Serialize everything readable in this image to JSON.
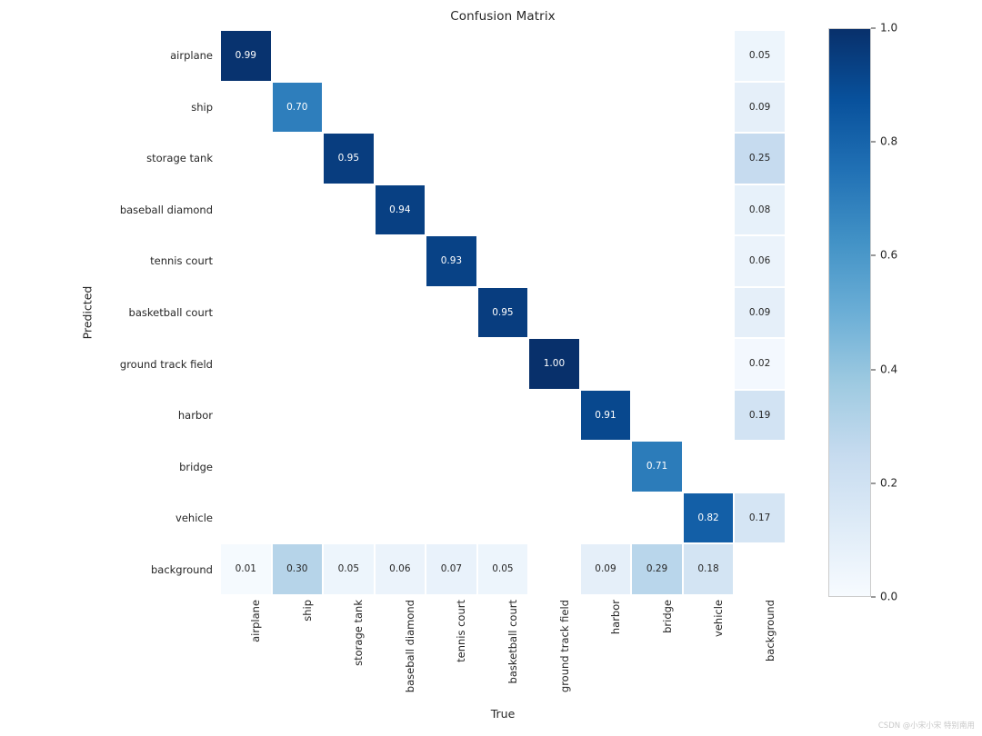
{
  "chart_data": {
    "type": "heatmap",
    "title": "Confusion Matrix",
    "xlabel": "True",
    "ylabel": "Predicted",
    "grid": false,
    "legend_position": "right",
    "colormap": "Blues",
    "vmin": 0.0,
    "vmax": 1.0,
    "categories_x": [
      "airplane",
      "ship",
      "storage tank",
      "baseball diamond",
      "tennis court",
      "basketball court",
      "ground track field",
      "harbor",
      "bridge",
      "vehicle",
      "background"
    ],
    "categories_y": [
      "airplane",
      "ship",
      "storage tank",
      "baseball diamond",
      "tennis court",
      "basketball court",
      "ground track field",
      "harbor",
      "bridge",
      "vehicle",
      "background"
    ],
    "rows": [
      {
        "label": "airplane",
        "cells": [
          {
            "v": 0.99,
            "t": "0.99"
          },
          {
            "v": null,
            "t": ""
          },
          {
            "v": null,
            "t": ""
          },
          {
            "v": null,
            "t": ""
          },
          {
            "v": null,
            "t": ""
          },
          {
            "v": null,
            "t": ""
          },
          {
            "v": null,
            "t": ""
          },
          {
            "v": null,
            "t": ""
          },
          {
            "v": null,
            "t": ""
          },
          {
            "v": null,
            "t": ""
          },
          {
            "v": 0.05,
            "t": "0.05"
          }
        ]
      },
      {
        "label": "ship",
        "cells": [
          {
            "v": null,
            "t": ""
          },
          {
            "v": 0.7,
            "t": "0.70"
          },
          {
            "v": null,
            "t": ""
          },
          {
            "v": null,
            "t": ""
          },
          {
            "v": null,
            "t": ""
          },
          {
            "v": null,
            "t": ""
          },
          {
            "v": null,
            "t": ""
          },
          {
            "v": null,
            "t": ""
          },
          {
            "v": null,
            "t": ""
          },
          {
            "v": null,
            "t": ""
          },
          {
            "v": 0.09,
            "t": "0.09"
          }
        ]
      },
      {
        "label": "storage tank",
        "cells": [
          {
            "v": null,
            "t": ""
          },
          {
            "v": null,
            "t": ""
          },
          {
            "v": 0.95,
            "t": "0.95"
          },
          {
            "v": null,
            "t": ""
          },
          {
            "v": null,
            "t": ""
          },
          {
            "v": null,
            "t": ""
          },
          {
            "v": null,
            "t": ""
          },
          {
            "v": null,
            "t": ""
          },
          {
            "v": null,
            "t": ""
          },
          {
            "v": null,
            "t": ""
          },
          {
            "v": 0.25,
            "t": "0.25"
          }
        ]
      },
      {
        "label": "baseball diamond",
        "cells": [
          {
            "v": null,
            "t": ""
          },
          {
            "v": null,
            "t": ""
          },
          {
            "v": null,
            "t": ""
          },
          {
            "v": 0.94,
            "t": "0.94"
          },
          {
            "v": null,
            "t": ""
          },
          {
            "v": null,
            "t": ""
          },
          {
            "v": null,
            "t": ""
          },
          {
            "v": null,
            "t": ""
          },
          {
            "v": null,
            "t": ""
          },
          {
            "v": null,
            "t": ""
          },
          {
            "v": 0.08,
            "t": "0.08"
          }
        ]
      },
      {
        "label": "tennis court",
        "cells": [
          {
            "v": null,
            "t": ""
          },
          {
            "v": null,
            "t": ""
          },
          {
            "v": null,
            "t": ""
          },
          {
            "v": null,
            "t": ""
          },
          {
            "v": 0.93,
            "t": "0.93"
          },
          {
            "v": null,
            "t": ""
          },
          {
            "v": null,
            "t": ""
          },
          {
            "v": null,
            "t": ""
          },
          {
            "v": null,
            "t": ""
          },
          {
            "v": null,
            "t": ""
          },
          {
            "v": 0.06,
            "t": "0.06"
          }
        ]
      },
      {
        "label": "basketball court",
        "cells": [
          {
            "v": null,
            "t": ""
          },
          {
            "v": null,
            "t": ""
          },
          {
            "v": null,
            "t": ""
          },
          {
            "v": null,
            "t": ""
          },
          {
            "v": null,
            "t": ""
          },
          {
            "v": 0.95,
            "t": "0.95"
          },
          {
            "v": null,
            "t": ""
          },
          {
            "v": null,
            "t": ""
          },
          {
            "v": null,
            "t": ""
          },
          {
            "v": null,
            "t": ""
          },
          {
            "v": 0.09,
            "t": "0.09"
          }
        ]
      },
      {
        "label": "ground track field",
        "cells": [
          {
            "v": null,
            "t": ""
          },
          {
            "v": null,
            "t": ""
          },
          {
            "v": null,
            "t": ""
          },
          {
            "v": null,
            "t": ""
          },
          {
            "v": null,
            "t": ""
          },
          {
            "v": null,
            "t": ""
          },
          {
            "v": 1.0,
            "t": "1.00"
          },
          {
            "v": null,
            "t": ""
          },
          {
            "v": null,
            "t": ""
          },
          {
            "v": null,
            "t": ""
          },
          {
            "v": 0.02,
            "t": "0.02"
          }
        ]
      },
      {
        "label": "harbor",
        "cells": [
          {
            "v": null,
            "t": ""
          },
          {
            "v": null,
            "t": ""
          },
          {
            "v": null,
            "t": ""
          },
          {
            "v": null,
            "t": ""
          },
          {
            "v": null,
            "t": ""
          },
          {
            "v": null,
            "t": ""
          },
          {
            "v": null,
            "t": ""
          },
          {
            "v": 0.91,
            "t": "0.91"
          },
          {
            "v": null,
            "t": ""
          },
          {
            "v": null,
            "t": ""
          },
          {
            "v": 0.19,
            "t": "0.19"
          }
        ]
      },
      {
        "label": "bridge",
        "cells": [
          {
            "v": null,
            "t": ""
          },
          {
            "v": null,
            "t": ""
          },
          {
            "v": null,
            "t": ""
          },
          {
            "v": null,
            "t": ""
          },
          {
            "v": null,
            "t": ""
          },
          {
            "v": null,
            "t": ""
          },
          {
            "v": null,
            "t": ""
          },
          {
            "v": null,
            "t": ""
          },
          {
            "v": 0.71,
            "t": "0.71"
          },
          {
            "v": null,
            "t": ""
          },
          {
            "v": null,
            "t": ""
          }
        ]
      },
      {
        "label": "vehicle",
        "cells": [
          {
            "v": null,
            "t": ""
          },
          {
            "v": null,
            "t": ""
          },
          {
            "v": null,
            "t": ""
          },
          {
            "v": null,
            "t": ""
          },
          {
            "v": null,
            "t": ""
          },
          {
            "v": null,
            "t": ""
          },
          {
            "v": null,
            "t": ""
          },
          {
            "v": null,
            "t": ""
          },
          {
            "v": null,
            "t": ""
          },
          {
            "v": 0.82,
            "t": "0.82"
          },
          {
            "v": 0.17,
            "t": "0.17"
          }
        ]
      },
      {
        "label": "background",
        "cells": [
          {
            "v": 0.01,
            "t": "0.01"
          },
          {
            "v": 0.3,
            "t": "0.30"
          },
          {
            "v": 0.05,
            "t": "0.05"
          },
          {
            "v": 0.06,
            "t": "0.06"
          },
          {
            "v": 0.07,
            "t": "0.07"
          },
          {
            "v": 0.05,
            "t": "0.05"
          },
          {
            "v": null,
            "t": ""
          },
          {
            "v": 0.09,
            "t": "0.09"
          },
          {
            "v": 0.29,
            "t": "0.29"
          },
          {
            "v": 0.18,
            "t": "0.18"
          },
          {
            "v": null,
            "t": ""
          }
        ]
      }
    ],
    "colorbar": {
      "ticks": [
        {
          "value": 1.0,
          "label": "1.0"
        },
        {
          "value": 0.8,
          "label": "0.8"
        },
        {
          "value": 0.6,
          "label": "0.6"
        },
        {
          "value": 0.4,
          "label": "0.4"
        },
        {
          "value": 0.2,
          "label": "0.2"
        },
        {
          "value": 0.0,
          "label": "0.0"
        }
      ],
      "stops": [
        {
          "pos": 0.0,
          "color": "#f7fbff"
        },
        {
          "pos": 0.125,
          "color": "#deebf7"
        },
        {
          "pos": 0.25,
          "color": "#c6dbef"
        },
        {
          "pos": 0.375,
          "color": "#9ecae1"
        },
        {
          "pos": 0.5,
          "color": "#6baed6"
        },
        {
          "pos": 0.625,
          "color": "#4292c6"
        },
        {
          "pos": 0.75,
          "color": "#2171b5"
        },
        {
          "pos": 0.875,
          "color": "#08519c"
        },
        {
          "pos": 1.0,
          "color": "#08306b"
        }
      ]
    }
  },
  "watermark": "CSDN @小宋小宋 特别南用"
}
